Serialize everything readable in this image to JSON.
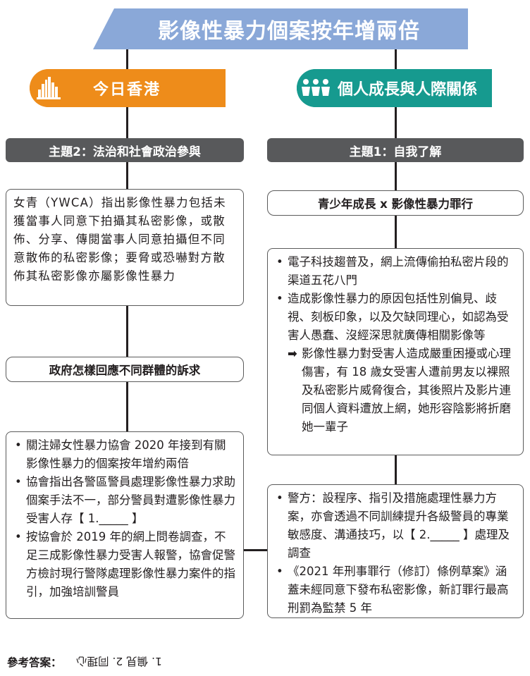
{
  "title": "影像性暴力個案按年增兩倍",
  "left_column": {
    "header": "今日香港",
    "header_icon": "city-skyline-icon",
    "header_color": "#ee8c1a",
    "theme": "主題2：法治和社會政治參與",
    "definition_box": "女青（YWCA）指出影像性暴力包括未獲當事人同意下拍攝其私密影像，或散佈、分享、傳閱當事人同意拍攝但不同意散佈的私密影像；要脅或恐嚇對方散佈其私密影像亦屬影像性暴力",
    "question_pill": "政府怎樣回應不同群體的訴求",
    "bullets": [
      "關注婦女性暴力協會 2020 年接到有關影像性暴力的個案按年增約兩倍",
      "協會指出各警區警員處理影像性暴力求助個案手法不一，部分警員對遭影像性暴力受害人存【 1._____ 】",
      "按協會於 2019 年的網上問卷調查，不足三成影像性暴力受害人報警，協會促警方檢討現行警隊處理影像性暴力案件的指引，加強培訓警員"
    ]
  },
  "right_column": {
    "header": "個人成長與人際關係",
    "header_icon": "people-icon",
    "header_color": "#169a8f",
    "theme": "主題1：自我了解",
    "topic_pill": "青少年成長 x 影像性暴力罪行",
    "bullets": [
      "電子科技趨普及，網上流傳偷拍私密片段的渠道五花八門",
      "造成影像性暴力的原因包括性別偏見、歧視、刻板印象，以及欠缺同理心，如認為受害人愚蠢、沒經深思就廣傳相關影像等"
    ],
    "arrow_note": "影像性暴力對受害人造成嚴重困擾或心理傷害，有 18 歲女受害人遭前男友以裸照及私密影片威脅復合，其後照片及影片連同個人資料遭放上網，她形容陰影將折磨她一輩子",
    "bottom_bullets": [
      "警方：設程序、指引及措施處理性暴力方案，亦會透過不同訓練提升各級警員的專業敏感度、溝通技巧，以【 2._____ 】處理及調查",
      "《2021 年刑事罪行（修訂）條例草案》涵蓋未經同意下發布私密影像，新訂罪行最高刑罰為監禁 5 年"
    ]
  },
  "answer": {
    "label": "參考答案：",
    "text": "1. 偏見  2. 同理心"
  },
  "colors": {
    "title_banner": "#8aa8d8",
    "theme_bar": "#58595b"
  }
}
